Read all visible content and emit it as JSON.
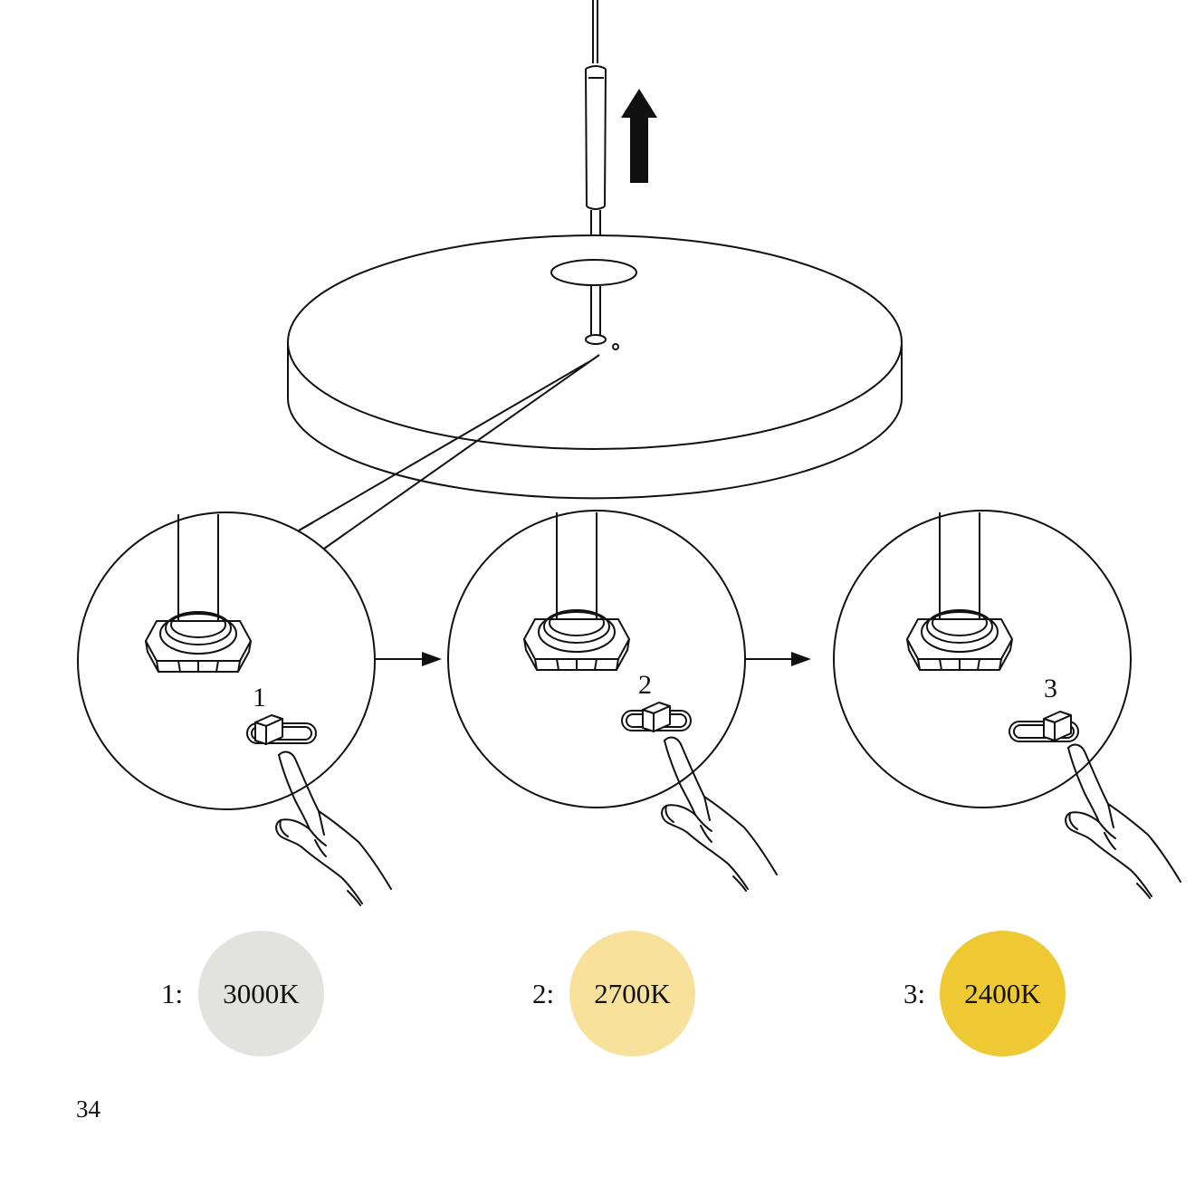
{
  "steps": [
    {
      "number": "1",
      "setting_label": "1:",
      "temperature": "3000K",
      "color": "#e2e2df"
    },
    {
      "number": "2",
      "setting_label": "2:",
      "temperature": "2700K",
      "color": "#f7e19b"
    },
    {
      "number": "3",
      "setting_label": "3:",
      "temperature": "2400K",
      "color": "#eec934"
    }
  ],
  "page_number": "34",
  "icons": [
    "arrow-up-icon",
    "arrow-right-icon",
    "arrow-right-icon",
    "hand-pointer-icon"
  ]
}
